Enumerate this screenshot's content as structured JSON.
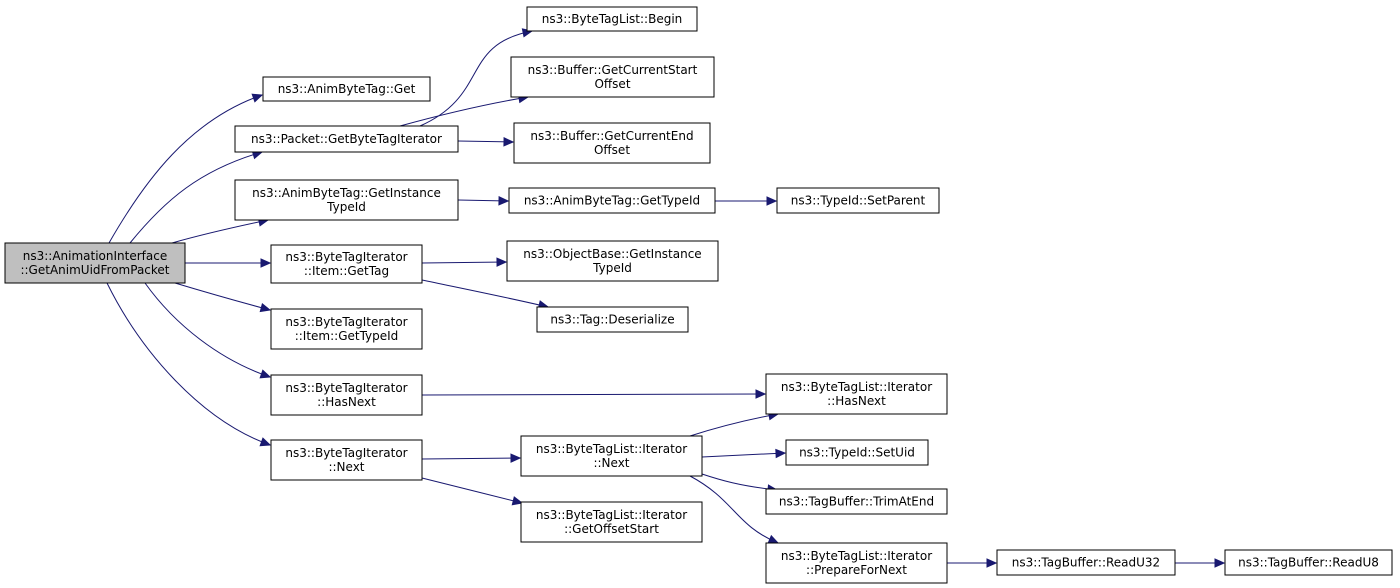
{
  "graph": {
    "edge_color": "#191970",
    "root_fill": "#bfbfbf",
    "nodes": [
      {
        "id": "root",
        "lines": [
          "ns3::AnimationInterface",
          "::GetAnimUidFromPacket"
        ],
        "root": true
      },
      {
        "id": "abt_get",
        "lines": [
          "ns3::AnimByteTag::Get"
        ]
      },
      {
        "id": "pkt_gbti",
        "lines": [
          "ns3::Packet::GetByteTagIterator"
        ]
      },
      {
        "id": "abt_gitid",
        "lines": [
          "ns3::AnimByteTag::GetInstance",
          "TypeId"
        ]
      },
      {
        "id": "bti_item_gt",
        "lines": [
          "ns3::ByteTagIterator",
          "::Item::GetTag"
        ]
      },
      {
        "id": "bti_item_gtid",
        "lines": [
          "ns3::ByteTagIterator",
          "::Item::GetTypeId"
        ]
      },
      {
        "id": "bti_hasnext",
        "lines": [
          "ns3::ByteTagIterator",
          "::HasNext"
        ]
      },
      {
        "id": "bti_next",
        "lines": [
          "ns3::ByteTagIterator",
          "::Next"
        ]
      },
      {
        "id": "btl_begin",
        "lines": [
          "ns3::ByteTagList::Begin"
        ]
      },
      {
        "id": "buf_gcs",
        "lines": [
          "ns3::Buffer::GetCurrentStart",
          "Offset"
        ]
      },
      {
        "id": "buf_gce",
        "lines": [
          "ns3::Buffer::GetCurrentEnd",
          "Offset"
        ]
      },
      {
        "id": "abt_gtid",
        "lines": [
          "ns3::AnimByteTag::GetTypeId"
        ]
      },
      {
        "id": "tid_setparent",
        "lines": [
          "ns3::TypeId::SetParent"
        ]
      },
      {
        "id": "ob_gitid",
        "lines": [
          "ns3::ObjectBase::GetInstance",
          "TypeId"
        ]
      },
      {
        "id": "tag_deser",
        "lines": [
          "ns3::Tag::Deserialize"
        ]
      },
      {
        "id": "btli_hasnext",
        "lines": [
          "ns3::ByteTagList::Iterator",
          "::HasNext"
        ]
      },
      {
        "id": "btli_next",
        "lines": [
          "ns3::ByteTagList::Iterator",
          "::Next"
        ]
      },
      {
        "id": "btli_gos",
        "lines": [
          "ns3::ByteTagList::Iterator",
          "::GetOffsetStart"
        ]
      },
      {
        "id": "tid_setuid",
        "lines": [
          "ns3::TypeId::SetUid"
        ]
      },
      {
        "id": "tb_trim",
        "lines": [
          "ns3::TagBuffer::TrimAtEnd"
        ]
      },
      {
        "id": "btli_pfn",
        "lines": [
          "ns3::ByteTagList::Iterator",
          "::PrepareForNext"
        ]
      },
      {
        "id": "tb_ru32",
        "lines": [
          "ns3::TagBuffer::ReadU32"
        ]
      },
      {
        "id": "tb_ru8",
        "lines": [
          "ns3::TagBuffer::ReadU8"
        ]
      }
    ],
    "edges": [
      [
        "root",
        "abt_get"
      ],
      [
        "root",
        "pkt_gbti"
      ],
      [
        "root",
        "abt_gitid"
      ],
      [
        "root",
        "bti_item_gt"
      ],
      [
        "root",
        "bti_item_gtid"
      ],
      [
        "root",
        "bti_hasnext"
      ],
      [
        "root",
        "bti_next"
      ],
      [
        "pkt_gbti",
        "btl_begin"
      ],
      [
        "pkt_gbti",
        "buf_gcs"
      ],
      [
        "pkt_gbti",
        "buf_gce"
      ],
      [
        "abt_gitid",
        "abt_gtid"
      ],
      [
        "abt_gtid",
        "tid_setparent"
      ],
      [
        "bti_item_gt",
        "ob_gitid"
      ],
      [
        "bti_item_gt",
        "tag_deser"
      ],
      [
        "bti_hasnext",
        "btli_hasnext"
      ],
      [
        "bti_next",
        "btli_next"
      ],
      [
        "bti_next",
        "btli_gos"
      ],
      [
        "btli_next",
        "btli_hasnext"
      ],
      [
        "btli_next",
        "tid_setuid"
      ],
      [
        "btli_next",
        "tb_trim"
      ],
      [
        "btli_next",
        "btli_pfn"
      ],
      [
        "btli_pfn",
        "tb_ru32"
      ],
      [
        "tb_ru32",
        "tb_ru8"
      ]
    ]
  }
}
